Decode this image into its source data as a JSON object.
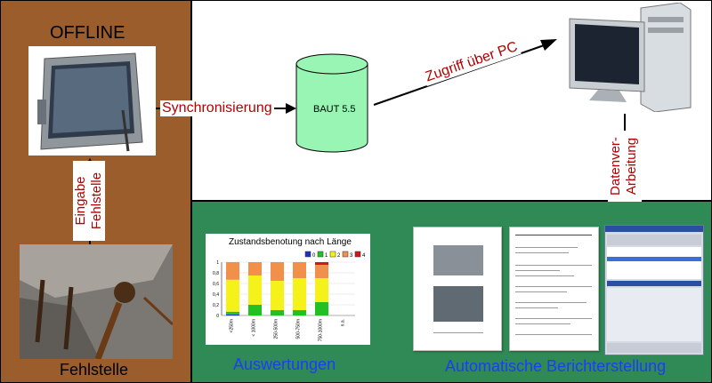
{
  "offline_label": "OFFLINE",
  "fehlstelle_label": "Fehlstelle",
  "eingabe_label": "Eingabe",
  "eingabe_fehlstelle_label": "Fehlstelle",
  "sync_label": "Synchronisierung",
  "db_label": "BAUT 5.5",
  "zugriff_label": "Zugriff über PC",
  "datenver_label": "Datenver-",
  "arbeitung_label": "Arbeitung",
  "auswertungen_label": "Auswertungen",
  "berichterstellung_label": "Automatische Berichterstellung",
  "colors": {
    "brown_panel": "#9b5d2c",
    "green_panel": "#2f8a55",
    "database": "#98f5b4",
    "red_text": "#b30000",
    "blue_text": "#1c3cff"
  },
  "chart_data": {
    "type": "bar",
    "title": "Zustandsbenotung nach Länge",
    "categories": [
      "<250m",
      "< 1000m",
      "250-500m",
      "500-750m",
      "750-1000m",
      "n.a."
    ],
    "legend": [
      "0",
      "1",
      "2",
      "3",
      "4"
    ],
    "legend_colors": [
      "#1f2fbf",
      "#22c022",
      "#f4f21a",
      "#f0904a",
      "#d01818"
    ],
    "series": [
      {
        "name": "0",
        "values": [
          0.02,
          0.0,
          0.0,
          0.0,
          0.0,
          0
        ]
      },
      {
        "name": "1",
        "values": [
          0.05,
          0.2,
          0.1,
          0.1,
          0.25,
          0
        ]
      },
      {
        "name": "2",
        "values": [
          0.6,
          0.55,
          0.55,
          0.6,
          0.45,
          0
        ]
      },
      {
        "name": "3",
        "values": [
          0.33,
          0.25,
          0.35,
          0.3,
          0.25,
          0
        ]
      },
      {
        "name": "4",
        "values": [
          0.0,
          0.0,
          0.0,
          0.0,
          0.05,
          0
        ]
      }
    ],
    "ylim": [
      0,
      1
    ],
    "yticks": [
      "0",
      "0,2",
      "0,4",
      "0,6",
      "0,8",
      "1"
    ],
    "legend_position": "top-right"
  }
}
